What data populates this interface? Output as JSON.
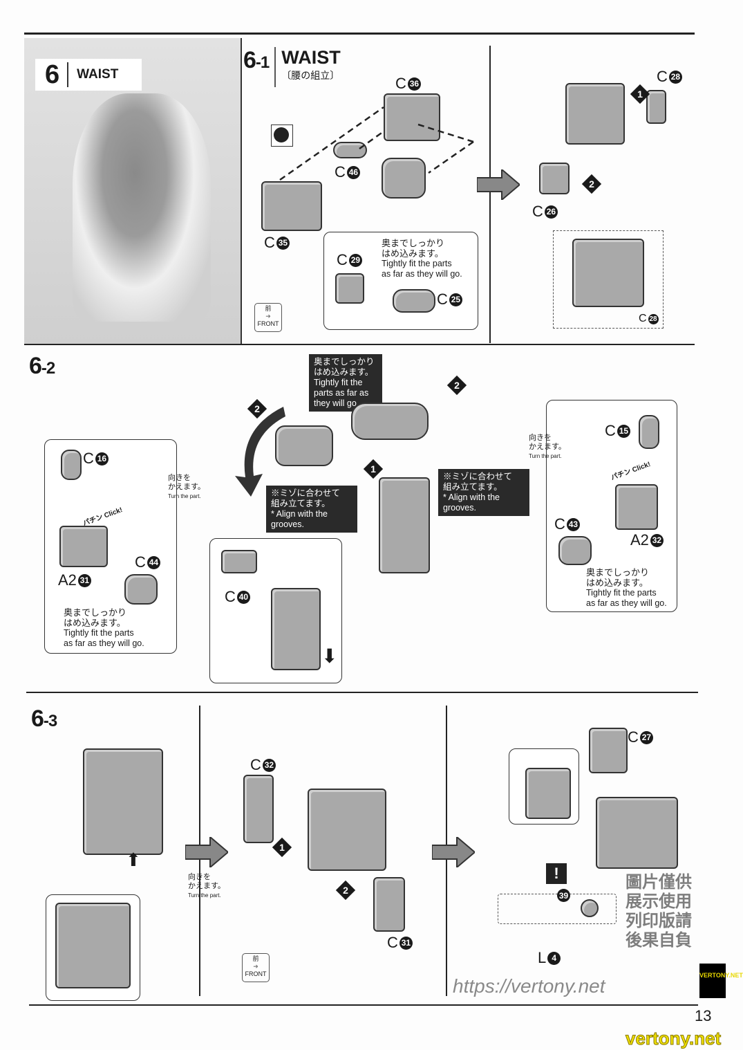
{
  "step6": {
    "number": "6",
    "title": "WAIST"
  },
  "step6_1": {
    "number": "6",
    "sub": "-1",
    "title": "WAIST",
    "subtitle_jp": "〔腰の組立〕",
    "parts": [
      {
        "runner": "C",
        "num": "36"
      },
      {
        "runner": "C",
        "num": "46"
      },
      {
        "runner": "C",
        "num": "35"
      },
      {
        "runner": "C",
        "num": "29"
      },
      {
        "runner": "C",
        "num": "25"
      },
      {
        "runner": "C",
        "num": "28"
      },
      {
        "runner": "C",
        "num": "26"
      },
      {
        "runner": "C",
        "num": "28"
      }
    ],
    "note": {
      "jp1": "奥までしっかり",
      "jp2": "はめ込みます。",
      "en1": "Tightly fit the parts",
      "en2": "as far as they will go."
    },
    "steps": [
      "1",
      "2"
    ]
  },
  "step6_2": {
    "number": "6",
    "sub": "-2",
    "note_top": {
      "jp1": "奥までしっかり",
      "jp2": "はめ込みます。",
      "en1": "Tightly fit the",
      "en2": "parts as far as",
      "en3": "they will go."
    },
    "align_note": {
      "jp1": "※ミゾに合わせて",
      "jp2": "組み立てます。",
      "en1": "* Align with the",
      "en2": "grooves."
    },
    "turn": {
      "jp1": "向きを",
      "jp2": "かえます。",
      "en": "Turn the part."
    },
    "click": "パチン Click!",
    "parts": [
      {
        "runner": "C",
        "num": "16"
      },
      {
        "runner": "A2",
        "num": "31"
      },
      {
        "runner": "C",
        "num": "44"
      },
      {
        "runner": "C",
        "num": "40"
      },
      {
        "runner": "C",
        "num": "15"
      },
      {
        "runner": "C",
        "num": "43"
      },
      {
        "runner": "A2",
        "num": "32"
      }
    ],
    "note": {
      "jp1": "奥までしっかり",
      "jp2": "はめ込みます。",
      "en1": "Tightly fit the parts",
      "en2": "as far as they will go."
    },
    "steps": [
      "1",
      "2"
    ]
  },
  "step6_3": {
    "number": "6",
    "sub": "-3",
    "turn": {
      "jp1": "向きを",
      "jp2": "かえます。",
      "en": "Turn the part."
    },
    "parts": [
      {
        "runner": "C",
        "num": "32"
      },
      {
        "runner": "C",
        "num": "31"
      },
      {
        "runner": "C",
        "num": "27"
      },
      {
        "runner": "L",
        "num": "4"
      },
      {
        "runner": "",
        "num": "39"
      }
    ],
    "steps": [
      "1",
      "2"
    ],
    "warning": "!"
  },
  "front": {
    "jp": "前",
    "en": "FRONT"
  },
  "watermark": {
    "url": "https://vertony.net",
    "cn": "圖片僅供展示使用 列印版請後果自負",
    "site": "vertony.net",
    "logo": "VERTONY.NET"
  },
  "page_number": "13"
}
